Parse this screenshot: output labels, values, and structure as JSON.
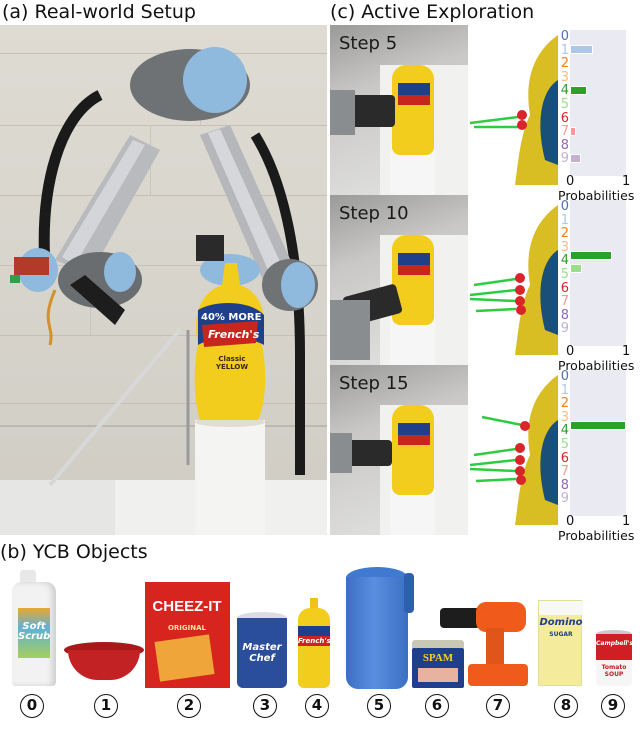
{
  "panels": {
    "a": {
      "title": "(a) Real-world Setup"
    },
    "b": {
      "title": "(b) YCB Objects"
    },
    "c": {
      "title": "(c) Active Exploration"
    }
  },
  "setup_photo": {
    "description": "Robot arm with tactile sensor next to mustard bottle on white pedestal",
    "bottle_text": {
      "promo": "40% MORE",
      "brand": "French's",
      "variant": "Classic YELLOW"
    }
  },
  "exploration": {
    "class_colors": [
      "#4c72b0",
      "#aec7e8",
      "#ff7f0e",
      "#ffbb78",
      "#2ca02c",
      "#98df8a",
      "#d62728",
      "#ff9896",
      "#9467bd",
      "#c5b0d5"
    ],
    "steps": [
      {
        "label": "Step 5",
        "touches": 2
      },
      {
        "label": "Step 10",
        "touches": 4
      },
      {
        "label": "Step 15",
        "touches": 5
      }
    ],
    "xtick_0": "0",
    "xtick_1": "1",
    "xlabel": "Probabilities"
  },
  "chart_data": [
    {
      "type": "bar",
      "orientation": "horizontal",
      "title": "Step 5",
      "categories": [
        "0",
        "1",
        "2",
        "3",
        "4",
        "5",
        "6",
        "7",
        "8",
        "9"
      ],
      "values": [
        0.0,
        0.4,
        0.0,
        0.0,
        0.3,
        0.0,
        0.0,
        0.1,
        0.0,
        0.2
      ],
      "xlabel": "Probabilities",
      "xlim": [
        0,
        1
      ],
      "xticks": [
        "0",
        "1"
      ]
    },
    {
      "type": "bar",
      "orientation": "horizontal",
      "title": "Step 10",
      "categories": [
        "0",
        "1",
        "2",
        "3",
        "4",
        "5",
        "6",
        "7",
        "8",
        "9"
      ],
      "values": [
        0.0,
        0.0,
        0.0,
        0.0,
        0.75,
        0.2,
        0.0,
        0.0,
        0.0,
        0.0
      ],
      "xlabel": "Probabilities",
      "xlim": [
        0,
        1
      ],
      "xticks": [
        "0",
        "1"
      ]
    },
    {
      "type": "bar",
      "orientation": "horizontal",
      "title": "Step 15",
      "categories": [
        "0",
        "1",
        "2",
        "3",
        "4",
        "5",
        "6",
        "7",
        "8",
        "9"
      ],
      "values": [
        0.0,
        0.0,
        0.0,
        0.0,
        1.0,
        0.0,
        0.0,
        0.0,
        0.0,
        0.0
      ],
      "xlabel": "Probabilities",
      "xlim": [
        0,
        1
      ],
      "xticks": [
        "0",
        "1"
      ]
    }
  ],
  "ycb_objects": [
    {
      "id": "0",
      "label": "⓪",
      "name": "Soft Scrub bleach bottle"
    },
    {
      "id": "1",
      "label": "①",
      "name": "Red bowl"
    },
    {
      "id": "2",
      "label": "②",
      "name": "Cheez-It box"
    },
    {
      "id": "3",
      "label": "③",
      "name": "Master Chef coffee can"
    },
    {
      "id": "4",
      "label": "④",
      "name": "French's mustard bottle"
    },
    {
      "id": "5",
      "label": "⑤",
      "name": "Blue pitcher"
    },
    {
      "id": "6",
      "label": "⑥",
      "name": "Spam can"
    },
    {
      "id": "7",
      "label": "⑦",
      "name": "Power drill"
    },
    {
      "id": "8",
      "label": "⑧",
      "name": "Domino sugar box"
    },
    {
      "id": "9",
      "label": "⑨",
      "name": "Campbell's tomato soup can"
    }
  ],
  "ycb_text": {
    "soft_scrub": "Soft Scrub",
    "cheezit": "CHEEZ-IT",
    "cheezit_sub": "ORIGINAL",
    "masterchef": "Master Chef",
    "frenchs": "French's",
    "spam": "SPAM",
    "domino": "Domino",
    "domino_sub": "SUGAR",
    "campbells": "Campbell's",
    "campbells_sub": "Tomato SOUP"
  }
}
